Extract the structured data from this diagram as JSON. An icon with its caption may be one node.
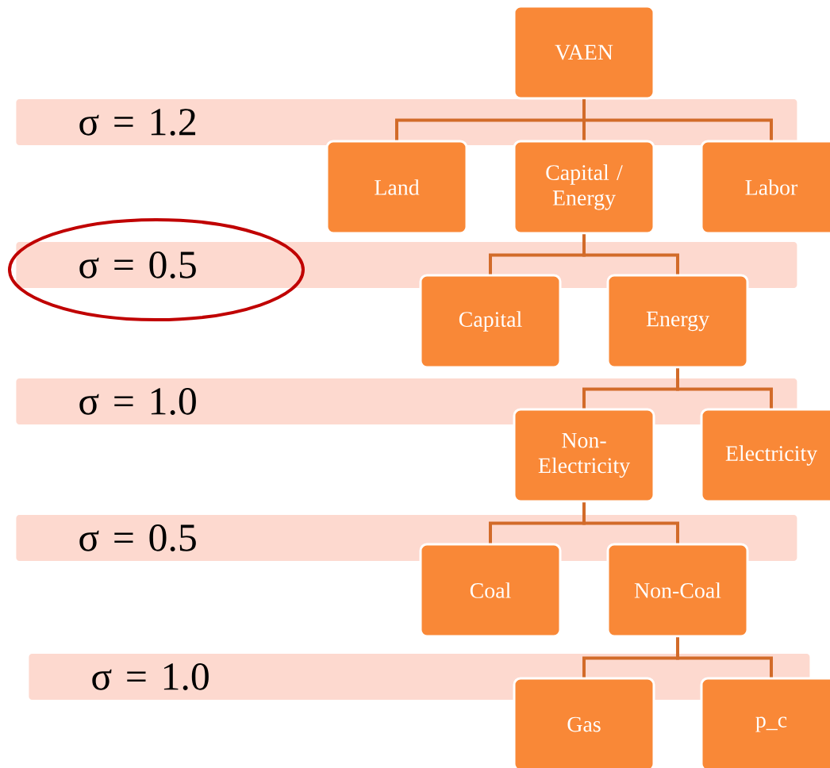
{
  "diagram": {
    "nodes": [
      {
        "text": [
          "VAEN"
        ]
      },
      {
        "text": [
          "Land"
        ]
      },
      {
        "text": [
          "Capital / Energy"
        ]
      },
      {
        "text": [
          "Labor"
        ]
      },
      {
        "text": [
          "Capital"
        ]
      },
      {
        "text": [
          "Energy"
        ]
      },
      {
        "text": [
          "Non-Electricity"
        ]
      },
      {
        "text": [
          "Electricity"
        ]
      },
      {
        "text": [
          "Coal"
        ]
      },
      {
        "text": [
          "Non-Coal"
        ]
      },
      {
        "text": [
          "Gas"
        ]
      },
      {
        "text": [
          "p_c"
        ]
      }
    ],
    "edges": [
      {
        "from": 0,
        "to": 1,
        "arrow": "none"
      },
      {
        "from": 0,
        "to": 2,
        "arrow": "none"
      },
      {
        "from": 0,
        "to": 3,
        "arrow": "none"
      },
      {
        "from": 2,
        "to": 4,
        "arrow": "none"
      },
      {
        "from": 2,
        "to": 5,
        "arrow": "none"
      },
      {
        "from": 5,
        "to": 6,
        "arrow": "none"
      },
      {
        "from": 5,
        "to": 7,
        "arrow": "none"
      },
      {
        "from": 6,
        "to": 8,
        "arrow": "none"
      },
      {
        "from": 6,
        "to": 9,
        "arrow": "none"
      },
      {
        "from": 9,
        "to": 10,
        "arrow": "none"
      },
      {
        "from": 9,
        "to": 11,
        "arrow": "none"
      }
    ],
    "labels": [
      "σ = 1.2",
      "σ = 0.5",
      "σ = 1.0",
      "σ = 0.5",
      "σ = 1.0"
    ]
  }
}
